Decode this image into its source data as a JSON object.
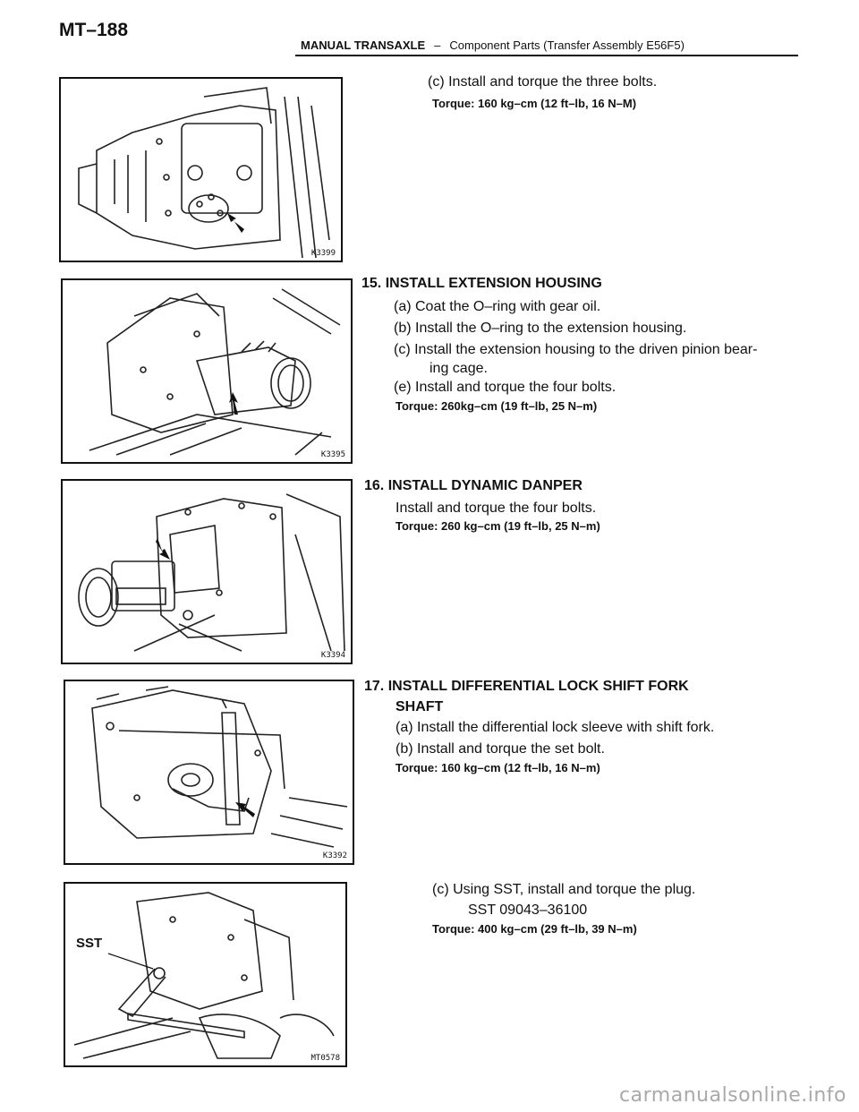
{
  "header": {
    "page_number": "MT–188",
    "section": "MANUAL TRANSAXLE",
    "separator": "–",
    "subsection": "Component Parts (Transfer Assembly E56F5)"
  },
  "figures": {
    "fig1_code": "K3399",
    "fig2_code": "K3395",
    "fig3_code": "K3394",
    "fig4_code": "K3392",
    "fig5_code": "MT0578",
    "fig5_sst_label": "SST"
  },
  "step14c": {
    "text": "(c) Install and torque the three bolts.",
    "torque": "Torque: 160 kg–cm (12 ft–lb, 16 N–M)"
  },
  "step15": {
    "heading": "15. INSTALL EXTENSION HOUSING",
    "a": "(a) Coat the O–ring with gear oil.",
    "b": "(b) Install the O–ring to the extension housing.",
    "c1": "(c) Install the extension housing to the driven pinion bear-",
    "c2": "ing cage.",
    "e": "(e) Install and torque the four bolts.",
    "torque": "Torque: 260kg–cm (19 ft–lb, 25 N–m)"
  },
  "step16": {
    "heading": "16. INSTALL DYNAMIC DANPER",
    "text": "Install and torque the four bolts.",
    "torque": "Torque: 260 kg–cm (19 ft–lb, 25 N–m)"
  },
  "step17": {
    "heading1": "17. INSTALL DIFFERENTIAL LOCK SHIFT FORK",
    "heading2": "SHAFT",
    "a": "(a) Install the differential lock sleeve with shift fork.",
    "b": "(b) Install and torque the set bolt.",
    "torque": "Torque: 160 kg–cm (12 ft–lb, 16 N–m)",
    "c": "(c) Using SST, install and torque the plug.",
    "sst": "SST  09043–36100",
    "torque2": "Torque: 400 kg–cm (29 ft–lb, 39 N–m)"
  },
  "footer": {
    "watermark": "carmanualsonline.info"
  }
}
